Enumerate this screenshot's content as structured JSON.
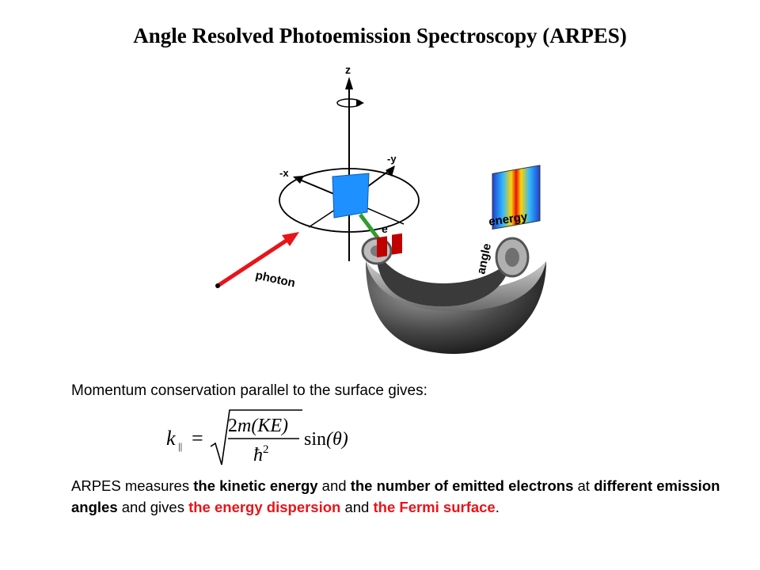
{
  "title": "Angle Resolved Photoemission Spectroscopy (ARPES)",
  "diagram": {
    "axis_z": "z",
    "axis_neg_x": "-x",
    "axis_neg_y": "-y",
    "electron_label": "e",
    "electron_sup": "-",
    "photon_label": "photon",
    "energy_label": "energy",
    "angle_label": "angle"
  },
  "intro": "Momentum conservation parallel to the surface gives:",
  "formula": {
    "lhs_k": "k",
    "lhs_sub": "||",
    "equals": "=",
    "num_coef": "2",
    "num_m": "m",
    "num_args": "(KE)",
    "den_hbar": "ħ",
    "den_exp": "2",
    "sin": "sin",
    "theta": "(θ)"
  },
  "summary": {
    "t1": "ARPES measures ",
    "b1": "the kinetic energy",
    "t2": " and ",
    "b2": "the number of emitted electrons",
    "t3": " at ",
    "b3": "different emission angles",
    "t4": " and gives ",
    "r1": "the energy dispersion",
    "t5": " and ",
    "r2": "the Fermi surface",
    "t6": "."
  },
  "colors": {
    "photon": "#e8141a",
    "sample": "#1e90ff",
    "electron": "#2e9e2e",
    "highlight": "#e8141a"
  }
}
